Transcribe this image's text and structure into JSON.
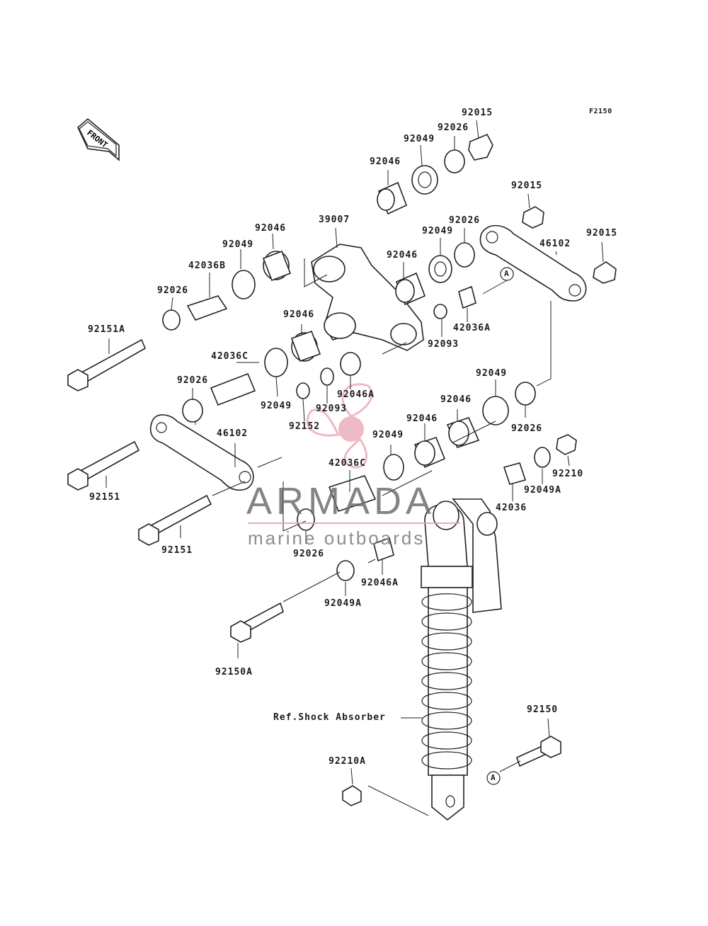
{
  "figure_code": "F2150",
  "front_label": "FRONT",
  "callouts": {
    "a1": "A",
    "a2": "A"
  },
  "parts": {
    "p92015_top": "92015",
    "p92026_top": "92026",
    "p92049_top": "92049",
    "p92046_top": "92046",
    "p92015_mid": "92015",
    "p92015_right": "92015",
    "p46102_right": "46102",
    "p39007": "39007",
    "p92046_a": "92046",
    "p92049_a": "92049",
    "p92026_mid": "92026",
    "p92049_mid": "92049",
    "p92046_mid": "92046",
    "p42036B": "42036B",
    "p92026_left": "92026",
    "p92151A": "92151A",
    "p92046_b": "92046",
    "p42036A": "42036A",
    "p92093_right": "92093",
    "p42036C_left": "42036C",
    "p92026_b": "92026",
    "p92049_b": "92049",
    "p92152": "92152",
    "p92093_b": "92093",
    "p92046A_b": "92046A",
    "p92049_c": "92049",
    "p92046_c": "92046",
    "p92046_d": "92046",
    "p92026_c": "92026",
    "p46102_left": "46102",
    "p92049_d": "92049",
    "p42036C_mid": "42036C",
    "p92210": "92210",
    "p92049A_right": "92049A",
    "p92151_a": "92151",
    "p42036": "42036",
    "p92151_b": "92151",
    "p92026_d": "92026",
    "p92046A_c": "92046A",
    "p92049A_b": "92049A",
    "p92150A": "92150A",
    "ref_shock": "Ref.Shock Absorber",
    "p92150": "92150",
    "p92210A": "92210A"
  },
  "watermark": {
    "brand": "ARMADA",
    "tagline": "marine outboards",
    "accent_color": "#e7a3b4"
  }
}
